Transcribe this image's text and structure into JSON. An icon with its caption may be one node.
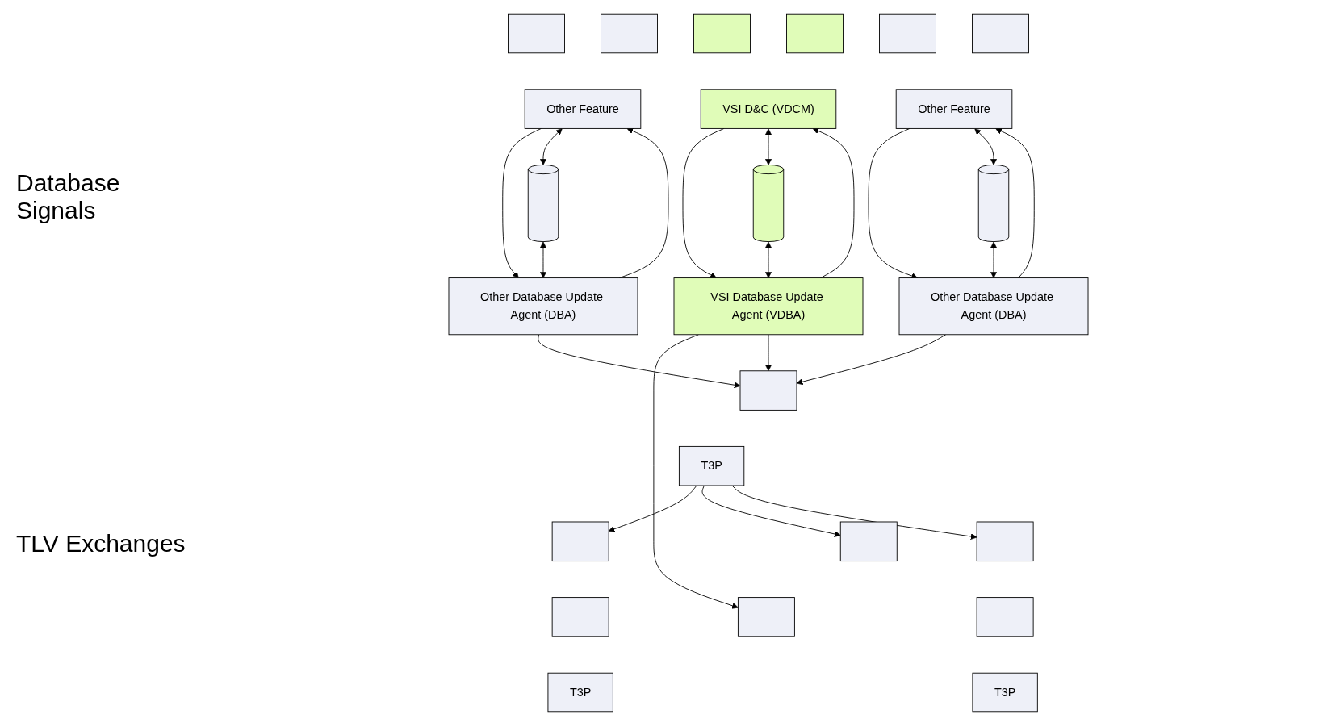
{
  "diagram": {
    "nodes": [
      {
        "text": [],
        "shape": "box"
      },
      {
        "text": [],
        "shape": "box"
      },
      {
        "text": [
          "Other Feature"
        ]
      },
      {
        "text": [],
        "shape": "box"
      },
      {
        "text": [],
        "shape": "box"
      },
      {
        "text": [
          "VSI D&C (VDCM)"
        ]
      },
      {
        "text": [],
        "shape": "box"
      },
      {
        "text": [],
        "shape": "box"
      },
      {
        "text": [
          "Other Feature"
        ]
      },
      {
        "text": [],
        "shape": "cylinder"
      },
      {
        "text": [],
        "shape": "cylinder"
      },
      {
        "text": [],
        "shape": "cylinder"
      },
      {
        "text": [
          "Other Database Update Agent (DBA)"
        ]
      },
      {
        "text": [
          "VSI Database Update Agent (VDBA)"
        ]
      },
      {
        "text": [
          "Other Database Update Agent (DBA)"
        ]
      },
      {
        "text": [],
        "shape": "box"
      },
      {
        "text": [],
        "shape": "box"
      },
      {
        "text": [],
        "shape": "box"
      },
      {
        "text": [],
        "shape": "box"
      },
      {
        "text": [
          "T3P"
        ]
      },
      {
        "text": [],
        "shape": "box"
      },
      {
        "text": [],
        "shape": "box"
      },
      {
        "text": [
          "T3P"
        ]
      },
      {
        "text": [],
        "shape": "box"
      },
      {
        "text": [
          "T3P"
        ]
      }
    ],
    "edges": [
      {
        "from": 2,
        "to": 12,
        "arrow": "to"
      },
      {
        "from": 12,
        "to": 2,
        "arrow": "to"
      },
      {
        "from": 2,
        "to": 9,
        "arrow": "both"
      },
      {
        "from": 9,
        "to": 12,
        "arrow": "both"
      },
      {
        "from": 5,
        "to": 13,
        "arrow": "to"
      },
      {
        "from": 13,
        "to": 5,
        "arrow": "to"
      },
      {
        "from": 5,
        "to": 10,
        "arrow": "both"
      },
      {
        "from": 10,
        "to": 13,
        "arrow": "both"
      },
      {
        "from": 8,
        "to": 14,
        "arrow": "to"
      },
      {
        "from": 14,
        "to": 8,
        "arrow": "to"
      },
      {
        "from": 8,
        "to": 11,
        "arrow": "both"
      },
      {
        "from": 11,
        "to": 14,
        "arrow": "both"
      },
      {
        "from": 22,
        "to": 15,
        "arrow": "to"
      },
      {
        "from": 22,
        "to": 16,
        "arrow": "to"
      },
      {
        "from": 22,
        "to": 17,
        "arrow": "to"
      },
      {
        "from": 12,
        "to": 21,
        "arrow": "to"
      },
      {
        "from": 13,
        "to": 20,
        "arrow": "to"
      },
      {
        "from": 13,
        "to": 21,
        "arrow": "to"
      },
      {
        "from": 14,
        "to": 21,
        "arrow": "to"
      }
    ],
    "labels": [
      "Database Signals",
      "TLV Exchanges"
    ]
  }
}
